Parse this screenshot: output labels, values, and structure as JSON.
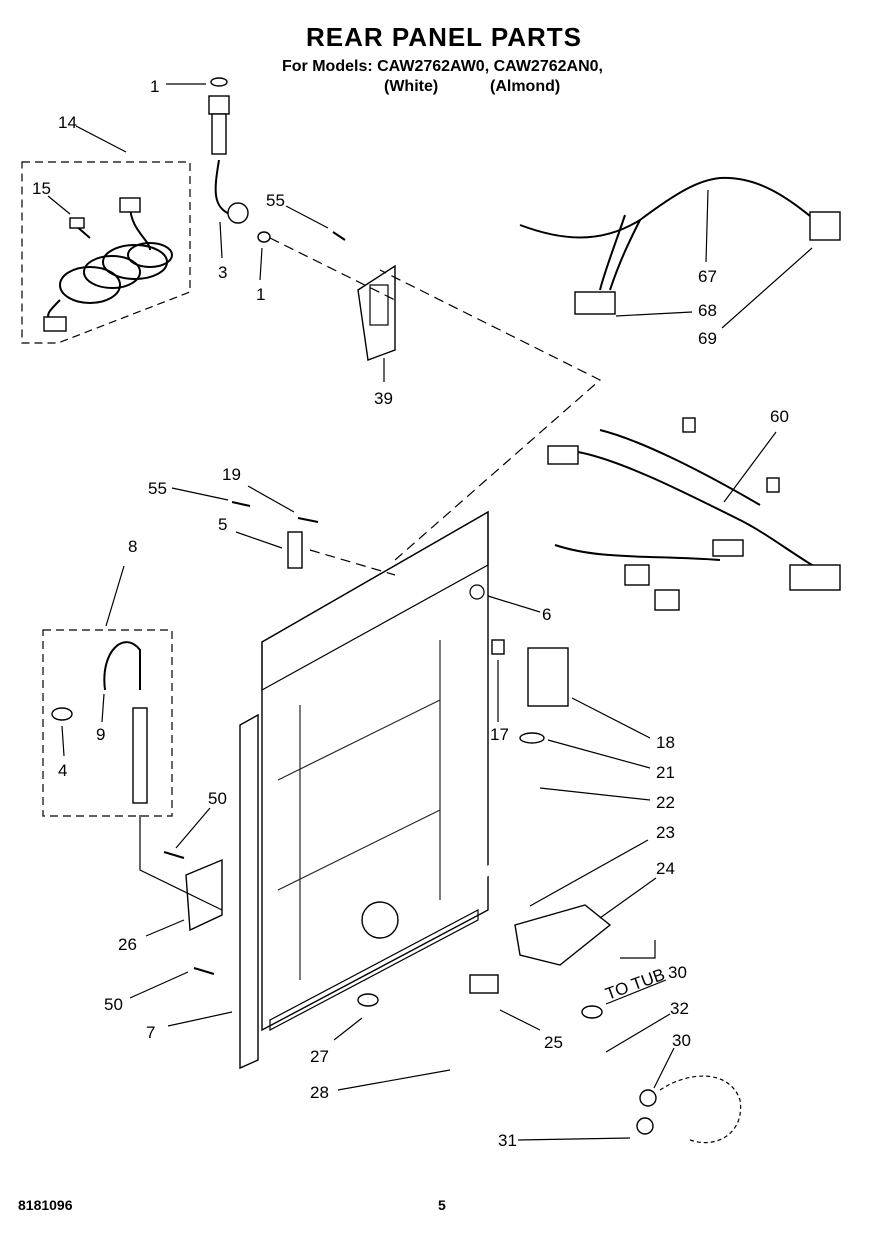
{
  "header": {
    "title": "REAR PANEL PARTS",
    "models_line": "For Models: CAW2762AW0, CAW2762AN0,",
    "variant_white": "(White)",
    "variant_almond": "(Almond)"
  },
  "labels": {
    "p1a": "1",
    "p1b": "1",
    "p3": "3",
    "p4": "4",
    "p5": "5",
    "p6": "6",
    "p7": "7",
    "p8": "8",
    "p9": "9",
    "p14": "14",
    "p15": "15",
    "p17": "17",
    "p18": "18",
    "p19": "19",
    "p21": "21",
    "p22": "22",
    "p23": "23",
    "p24": "24",
    "p25": "25",
    "p26": "26",
    "p27": "27",
    "p28": "28",
    "p30a": "30",
    "p30b": "30",
    "p31": "31",
    "p32": "32",
    "p39": "39",
    "p50a": "50",
    "p50b": "50",
    "p55a": "55",
    "p55b": "55",
    "p60": "60",
    "p67": "67",
    "p68": "68",
    "p69": "69",
    "to_tub": "TO TUB"
  },
  "footer": {
    "doc_number": "8181096",
    "page_number": "5"
  }
}
